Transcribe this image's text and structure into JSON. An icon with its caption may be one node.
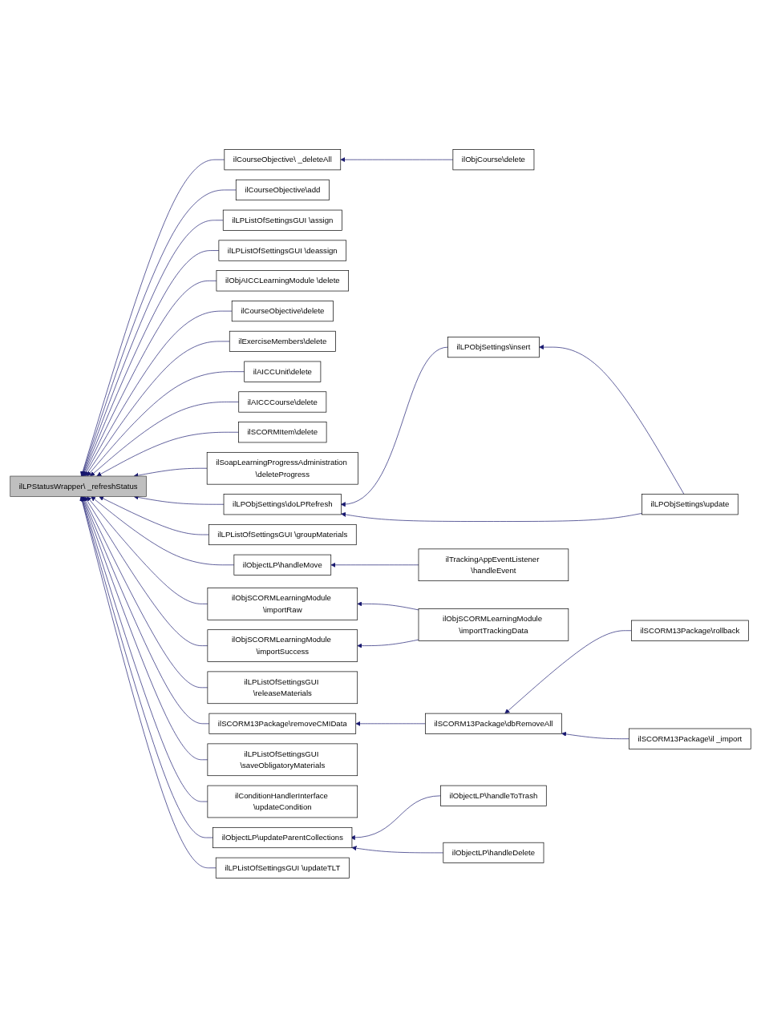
{
  "diagram": {
    "nodes": [
      {
        "text": [
          "ilLPStatusWrapper\\ _refreshStatus"
        ]
      },
      {
        "text": [
          "ilCourseObjective\\ _deleteAll"
        ]
      },
      {
        "text": [
          "ilObjCourse\\delete"
        ]
      },
      {
        "text": [
          "ilCourseObjective\\add"
        ]
      },
      {
        "text": [
          "ilLPListOfSettingsGUI \\assign"
        ]
      },
      {
        "text": [
          "ilLPListOfSettingsGUI \\deassign"
        ]
      },
      {
        "text": [
          "ilObjAICCLearningModule \\delete"
        ]
      },
      {
        "text": [
          "ilCourseObjective\\delete"
        ]
      },
      {
        "text": [
          "ilExerciseMembers\\delete"
        ]
      },
      {
        "text": [
          "ilAICCUnit\\delete"
        ]
      },
      {
        "text": [
          "ilAICCCourse\\delete"
        ]
      },
      {
        "text": [
          "ilSCORMItem\\delete"
        ]
      },
      {
        "text": [
          "ilSoapLearningProgressAdministration \\deleteProgress"
        ]
      },
      {
        "text": [
          "ilLPObjSettings\\doLPRefresh"
        ]
      },
      {
        "text": [
          "ilLPObjSettings\\insert"
        ]
      },
      {
        "text": [
          "ilLPObjSettings\\update"
        ]
      },
      {
        "text": [
          "ilLPListOfSettingsGUI \\groupMaterials"
        ]
      },
      {
        "text": [
          "ilObjectLP\\handleMove"
        ]
      },
      {
        "text": [
          "ilTrackingAppEventListener \\handleEvent"
        ]
      },
      {
        "text": [
          "ilObjSCORMLearningModule \\importRaw"
        ]
      },
      {
        "text": [
          "ilObjSCORMLearningModule \\importTrackingData"
        ]
      },
      {
        "text": [
          "ilObjSCORMLearningModule \\importSuccess"
        ]
      },
      {
        "text": [
          "ilLPListOfSettingsGUI \\releaseMaterials"
        ]
      },
      {
        "text": [
          "ilSCORM13Package\\removeCMIData"
        ]
      },
      {
        "text": [
          "ilSCORM13Package\\dbRemoveAll"
        ]
      },
      {
        "text": [
          "ilSCORM13Package\\rollback"
        ]
      },
      {
        "text": [
          "ilSCORM13Package\\il _import"
        ]
      },
      {
        "text": [
          "ilLPListOfSettingsGUI \\saveObligatoryMaterials"
        ]
      },
      {
        "text": [
          "ilConditionHandlerInterface \\updateCondition"
        ]
      },
      {
        "text": [
          "ilObjectLP\\updateParentCollections"
        ]
      },
      {
        "text": [
          "ilObjectLP\\handleToTrash"
        ]
      },
      {
        "text": [
          "ilObjectLP\\handleDelete"
        ]
      },
      {
        "text": [
          "ilLPListOfSettingsGUI \\updateTLT"
        ]
      }
    ],
    "edges": [
      {
        "from": 1,
        "to": 0,
        "arrow": "to"
      },
      {
        "from": 2,
        "to": 1,
        "arrow": "to"
      },
      {
        "from": 3,
        "to": 0,
        "arrow": "to"
      },
      {
        "from": 4,
        "to": 0,
        "arrow": "to"
      },
      {
        "from": 5,
        "to": 0,
        "arrow": "to"
      },
      {
        "from": 6,
        "to": 0,
        "arrow": "to"
      },
      {
        "from": 7,
        "to": 0,
        "arrow": "to"
      },
      {
        "from": 8,
        "to": 0,
        "arrow": "to"
      },
      {
        "from": 9,
        "to": 0,
        "arrow": "to"
      },
      {
        "from": 10,
        "to": 0,
        "arrow": "to"
      },
      {
        "from": 11,
        "to": 0,
        "arrow": "to"
      },
      {
        "from": 12,
        "to": 0,
        "arrow": "to"
      },
      {
        "from": 13,
        "to": 0,
        "arrow": "to"
      },
      {
        "from": 15,
        "to": 14,
        "arrow": "to"
      },
      {
        "from": 14,
        "to": 13,
        "arrow": "to"
      },
      {
        "from": 15,
        "to": 13,
        "arrow": "to"
      },
      {
        "from": 16,
        "to": 0,
        "arrow": "to"
      },
      {
        "from": 17,
        "to": 0,
        "arrow": "to"
      },
      {
        "from": 18,
        "to": 17,
        "arrow": "to"
      },
      {
        "from": 19,
        "to": 0,
        "arrow": "to"
      },
      {
        "from": 20,
        "to": 19,
        "arrow": "to"
      },
      {
        "from": 21,
        "to": 0,
        "arrow": "to"
      },
      {
        "from": 20,
        "to": 21,
        "arrow": "to"
      },
      {
        "from": 22,
        "to": 0,
        "arrow": "to"
      },
      {
        "from": 23,
        "to": 0,
        "arrow": "to"
      },
      {
        "from": 24,
        "to": 23,
        "arrow": "to"
      },
      {
        "from": 25,
        "to": 24,
        "arrow": "to"
      },
      {
        "from": 26,
        "to": 24,
        "arrow": "to"
      },
      {
        "from": 27,
        "to": 0,
        "arrow": "to"
      },
      {
        "from": 28,
        "to": 0,
        "arrow": "to"
      },
      {
        "from": 29,
        "to": 0,
        "arrow": "to"
      },
      {
        "from": 30,
        "to": 29,
        "arrow": "to"
      },
      {
        "from": 31,
        "to": 29,
        "arrow": "to"
      },
      {
        "from": 32,
        "to": 0,
        "arrow": "to"
      }
    ]
  }
}
